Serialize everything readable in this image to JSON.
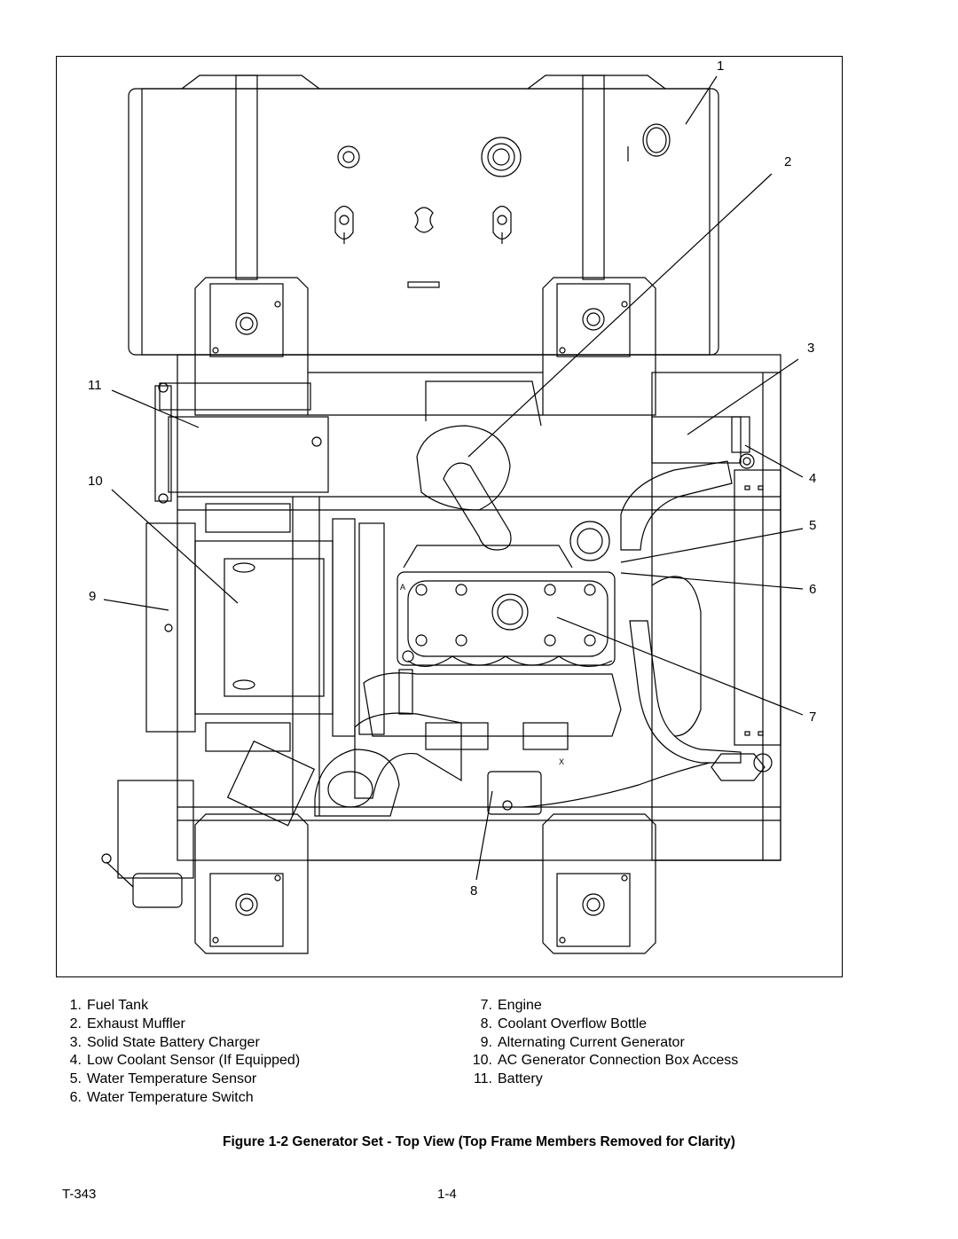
{
  "callouts": [
    "1",
    "2",
    "3",
    "4",
    "5",
    "6",
    "7",
    "8",
    "9",
    "10",
    "11"
  ],
  "legend_left": [
    {
      "num": "1.",
      "label": "Fuel Tank"
    },
    {
      "num": "2.",
      "label": "Exhaust Muffler"
    },
    {
      "num": "3.",
      "label": "Solid State Battery Charger"
    },
    {
      "num": "4.",
      "label": "Low Coolant Sensor (If Equipped)"
    },
    {
      "num": "5.",
      "label": "Water Temperature Sensor"
    },
    {
      "num": "6.",
      "label": "Water Temperature Switch"
    }
  ],
  "legend_right": [
    {
      "num": "7.",
      "label": "Engine"
    },
    {
      "num": "8.",
      "label": "Coolant Overflow Bottle"
    },
    {
      "num": "9.",
      "label": "Alternating Current Generator"
    },
    {
      "num": "10.",
      "label": "AC Generator Connection Box Access"
    },
    {
      "num": "11.",
      "label": "Battery"
    }
  ],
  "caption": "Figure 1-2 Generator Set - Top View (Top Frame Members Removed for Clarity)",
  "footer": {
    "doc_id": "T-343",
    "page": "1-4"
  },
  "drawing_marks": {
    "a": "A",
    "x": "X"
  }
}
